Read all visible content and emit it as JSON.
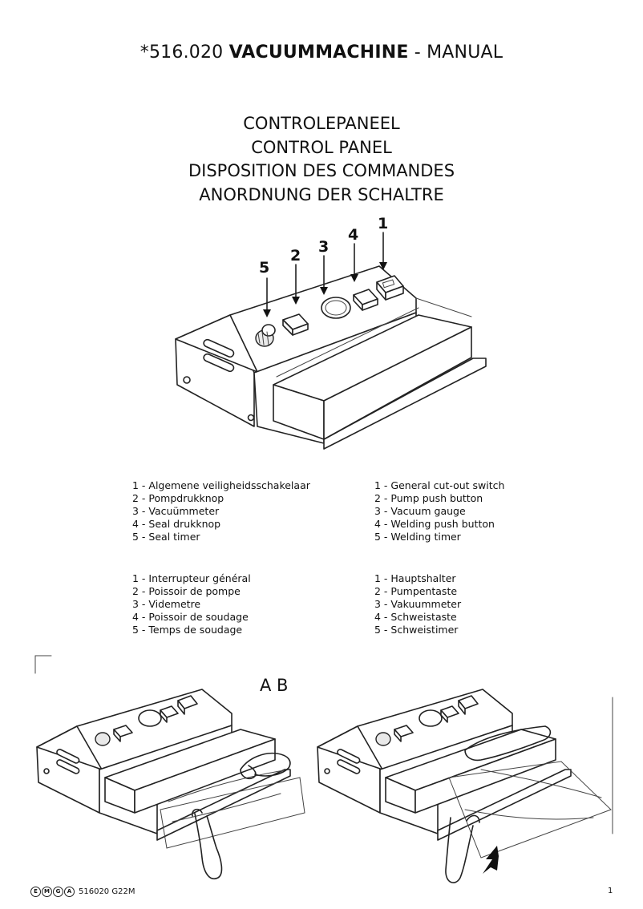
{
  "title": {
    "prefix": "*516.020 ",
    "bold": "VACUUMMACHINE",
    "suffix": " - MANUAL"
  },
  "headings": [
    "CONTROLEPANEEL",
    "CONTROL PANEL",
    "DISPOSITION DES COMMANDES",
    "ANORDNUNG DER SCHALTRE"
  ],
  "callouts": [
    "1",
    "2",
    "3",
    "4",
    "5"
  ],
  "legend": {
    "dutch": [
      "1 - Algemene veiligheidsschakelaar",
      "2 - Pompdrukknop",
      "3 - Vacuümmeter",
      "4 - Seal drukknop",
      "5 - Seal timer"
    ],
    "english": [
      "1 - General cut-out switch",
      "2 - Pump push button",
      "3 - Vacuum gauge",
      "4 - Welding push button",
      "5 - Welding timer"
    ],
    "french": [
      "1 - Interrupteur général",
      "2 - Poissoir de pompe",
      "3 - Videmetre",
      "4 - Poissoir de soudage",
      "5 - Temps de soudage"
    ],
    "german": [
      "1 - Hauptshalter",
      "2 - Pumpentaste",
      "3 - Vakuummeter",
      "4 - Schweistaste",
      "5 - Schweistimer"
    ]
  },
  "figure_label": "A B",
  "footer": {
    "logo_letters": [
      "E",
      "M",
      "G",
      "A"
    ],
    "doc_code": "516020 G22M",
    "page_number": "1"
  }
}
